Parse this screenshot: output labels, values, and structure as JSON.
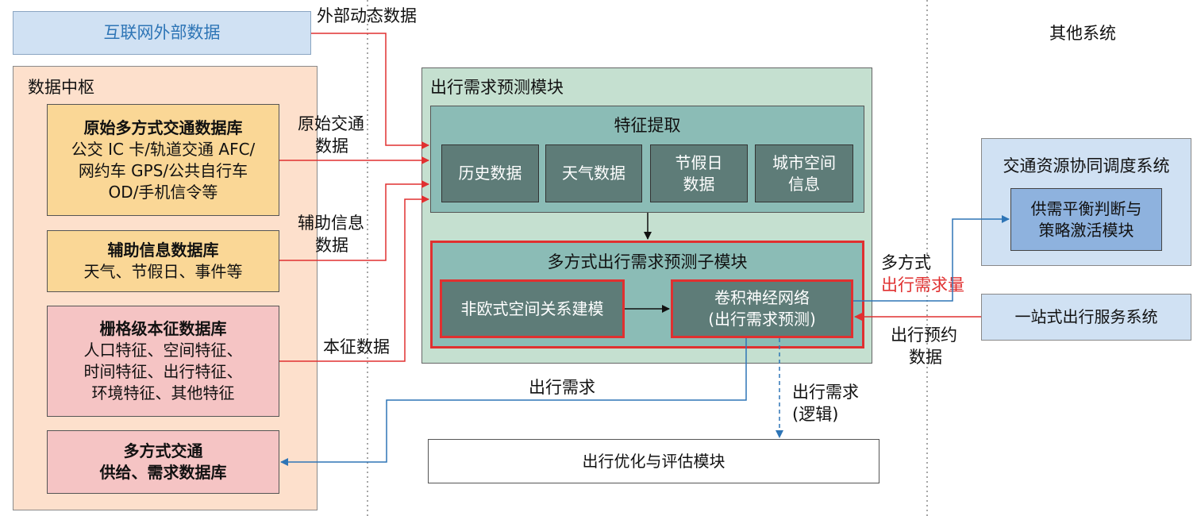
{
  "internet_external": {
    "label": "互联网外部数据"
  },
  "other_systems": {
    "label": "其他系统"
  },
  "data_hub": {
    "title": "数据中枢",
    "raw_db": {
      "title": "原始多方式交通数据库",
      "lines": [
        "公交 IC 卡/轨道交通 AFC/",
        "网约车 GPS/公共自行车",
        "OD/手机信令等"
      ]
    },
    "aux_db": {
      "title": "辅助信息数据库",
      "lines": [
        "天气、节假日、事件等"
      ]
    },
    "grid_db": {
      "title": "栅格级本征数据库",
      "lines": [
        "人口特征、空间特征、",
        "时间特征、出行特征、",
        "环境特征、其他特征"
      ]
    },
    "supply_demand_db": {
      "lines": [
        "多方式交通",
        "供给、需求数据库"
      ]
    }
  },
  "flow_labels": {
    "external_dynamic": "外部动态数据",
    "raw_traffic": [
      "原始交通",
      "数据"
    ],
    "aux_info": [
      "辅助信息",
      "数据"
    ],
    "intrinsic": "本征数据",
    "demand": "出行需求",
    "demand_logic": [
      "出行需求",
      "(逻辑)"
    ],
    "multimodal_demand": [
      "多方式",
      "出行需求量"
    ],
    "reservation": [
      "出行预约",
      "数据"
    ]
  },
  "prediction_module": {
    "title": "出行需求预测模块",
    "feature_extraction": {
      "title": "特征提取",
      "items": [
        [
          "历史数据"
        ],
        [
          "天气数据"
        ],
        [
          "节假日",
          "数据"
        ],
        [
          "城市空间",
          "信息"
        ]
      ]
    },
    "submodule": {
      "title": "多方式出行需求预测子模块",
      "noneuclid": "非欧式空间关系建模",
      "cnn": [
        "卷积神经网络",
        "(出行需求预测)"
      ]
    }
  },
  "optimization_module": {
    "label": "出行优化与评估模块"
  },
  "scheduling_system": {
    "title": "交通资源协同调度系统",
    "module": [
      "供需平衡判断与",
      "策略激活模块"
    ]
  },
  "one_stop_service": {
    "label": "一站式出行服务系统"
  },
  "colors": {
    "red": "#e03030",
    "blue": "#2e75b6",
    "hub_bg": "#fde0cc",
    "teal": "#8bbcb6",
    "dark_teal": "#5e7c78"
  }
}
